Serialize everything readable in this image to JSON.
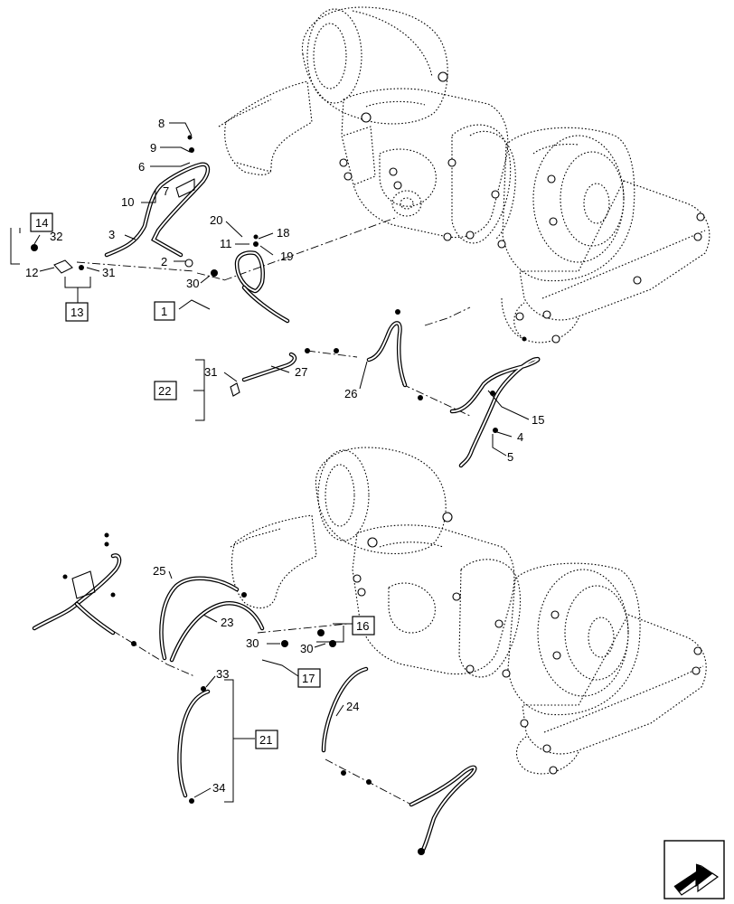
{
  "callouts": {
    "c1": "8",
    "c2": "9",
    "c3": "6",
    "c4": "7",
    "c5": "10",
    "c6": "3",
    "c7": "14",
    "c8": "32",
    "c9": "12",
    "c10": "31",
    "c11": "13",
    "c12": "2",
    "c13": "20",
    "c14": "18",
    "c15": "11",
    "c16": "19",
    "c17": "30",
    "c18": "1",
    "c19": "22",
    "c20": "31",
    "c21": "27",
    "c22": "26",
    "c23": "15",
    "c24": "4",
    "c25": "5",
    "c26": "25",
    "c27": "23",
    "c28": "16",
    "c29": "30",
    "c30": "30",
    "c31": "17",
    "c32": "33",
    "c33": "24",
    "c34": "21",
    "c35": "34"
  },
  "nav_icon": "arrow-3d-icon"
}
